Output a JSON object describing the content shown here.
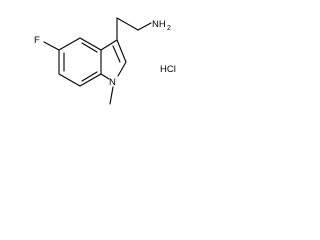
{
  "molecule": {
    "atoms": {
      "fluorine": "F",
      "nitrogen_ring": "N",
      "amine_n": "NH",
      "amine_h_count": "2"
    },
    "salt": {
      "label": "HCl"
    }
  }
}
